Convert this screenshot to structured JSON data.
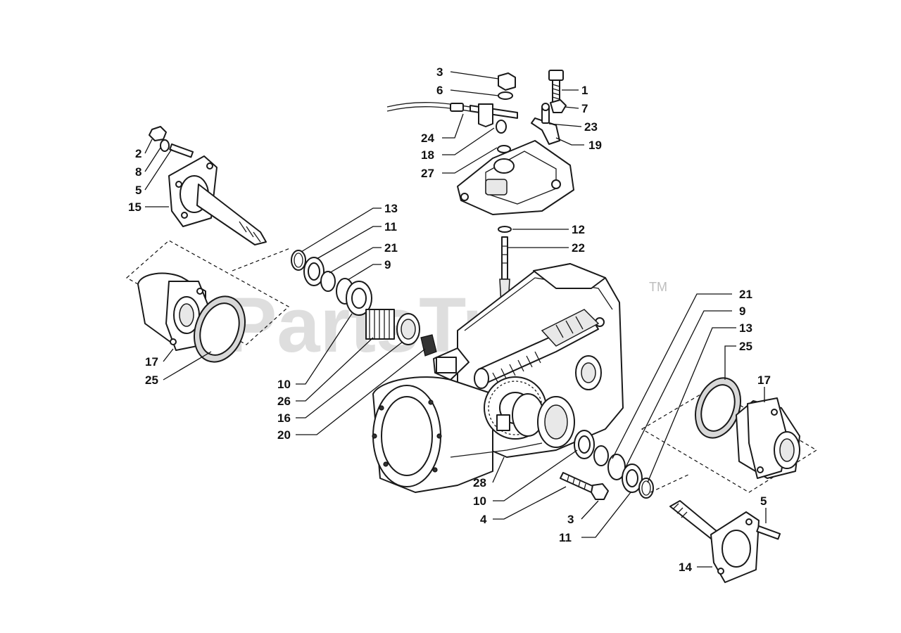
{
  "watermark": {
    "text": "PartsTree",
    "trademark": "TM"
  },
  "callouts": [
    {
      "id": "c3a",
      "label": "3"
    },
    {
      "id": "c6",
      "label": "6"
    },
    {
      "id": "c24",
      "label": "24"
    },
    {
      "id": "c18",
      "label": "18"
    },
    {
      "id": "c27",
      "label": "27"
    },
    {
      "id": "c1",
      "label": "1"
    },
    {
      "id": "c7",
      "label": "7"
    },
    {
      "id": "c23",
      "label": "23"
    },
    {
      "id": "c19",
      "label": "19"
    },
    {
      "id": "c12",
      "label": "12"
    },
    {
      "id": "c22",
      "label": "22"
    },
    {
      "id": "c2",
      "label": "2"
    },
    {
      "id": "c8",
      "label": "8"
    },
    {
      "id": "c5a",
      "label": "5"
    },
    {
      "id": "c15",
      "label": "15"
    },
    {
      "id": "c13a",
      "label": "13"
    },
    {
      "id": "c11a",
      "label": "11"
    },
    {
      "id": "c21a",
      "label": "21"
    },
    {
      "id": "c9a",
      "label": "9"
    },
    {
      "id": "c17a",
      "label": "17"
    },
    {
      "id": "c25a",
      "label": "25"
    },
    {
      "id": "c10a",
      "label": "10"
    },
    {
      "id": "c26",
      "label": "26"
    },
    {
      "id": "c16",
      "label": "16"
    },
    {
      "id": "c20",
      "label": "20"
    },
    {
      "id": "c21b",
      "label": "21"
    },
    {
      "id": "c9b",
      "label": "9"
    },
    {
      "id": "c13b",
      "label": "13"
    },
    {
      "id": "c25b",
      "label": "25"
    },
    {
      "id": "c17b",
      "label": "17"
    },
    {
      "id": "c28",
      "label": "28"
    },
    {
      "id": "c10b",
      "label": "10"
    },
    {
      "id": "c4",
      "label": "4"
    },
    {
      "id": "c3b",
      "label": "3"
    },
    {
      "id": "c11b",
      "label": "11"
    },
    {
      "id": "c5b",
      "label": "5"
    },
    {
      "id": "c14",
      "label": "14"
    }
  ]
}
